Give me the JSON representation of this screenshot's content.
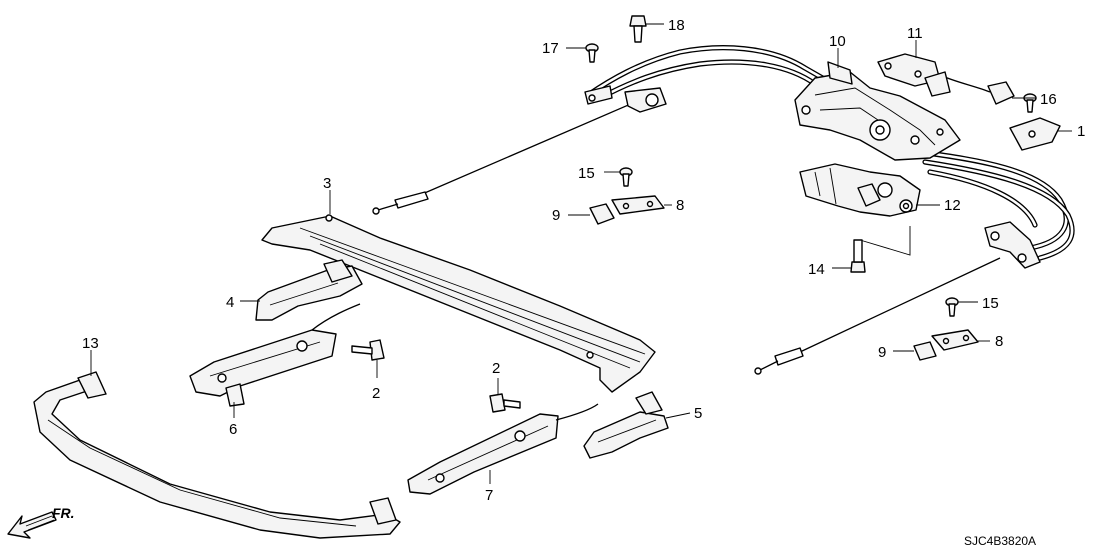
{
  "diagram": {
    "callouts": {
      "c1": "1",
      "c2a": "2",
      "c2b": "2",
      "c3": "3",
      "c4": "4",
      "c5": "5",
      "c6": "6",
      "c7": "7",
      "c8a": "8",
      "c8b": "8",
      "c9a": "9",
      "c9b": "9",
      "c10": "10",
      "c11": "11",
      "c12": "12",
      "c13": "13",
      "c14": "14",
      "c15a": "15",
      "c15b": "15",
      "c16": "16",
      "c17": "17",
      "c18": "18"
    },
    "direction_label": "FR.",
    "diagram_code": "SJC4B3820A"
  }
}
